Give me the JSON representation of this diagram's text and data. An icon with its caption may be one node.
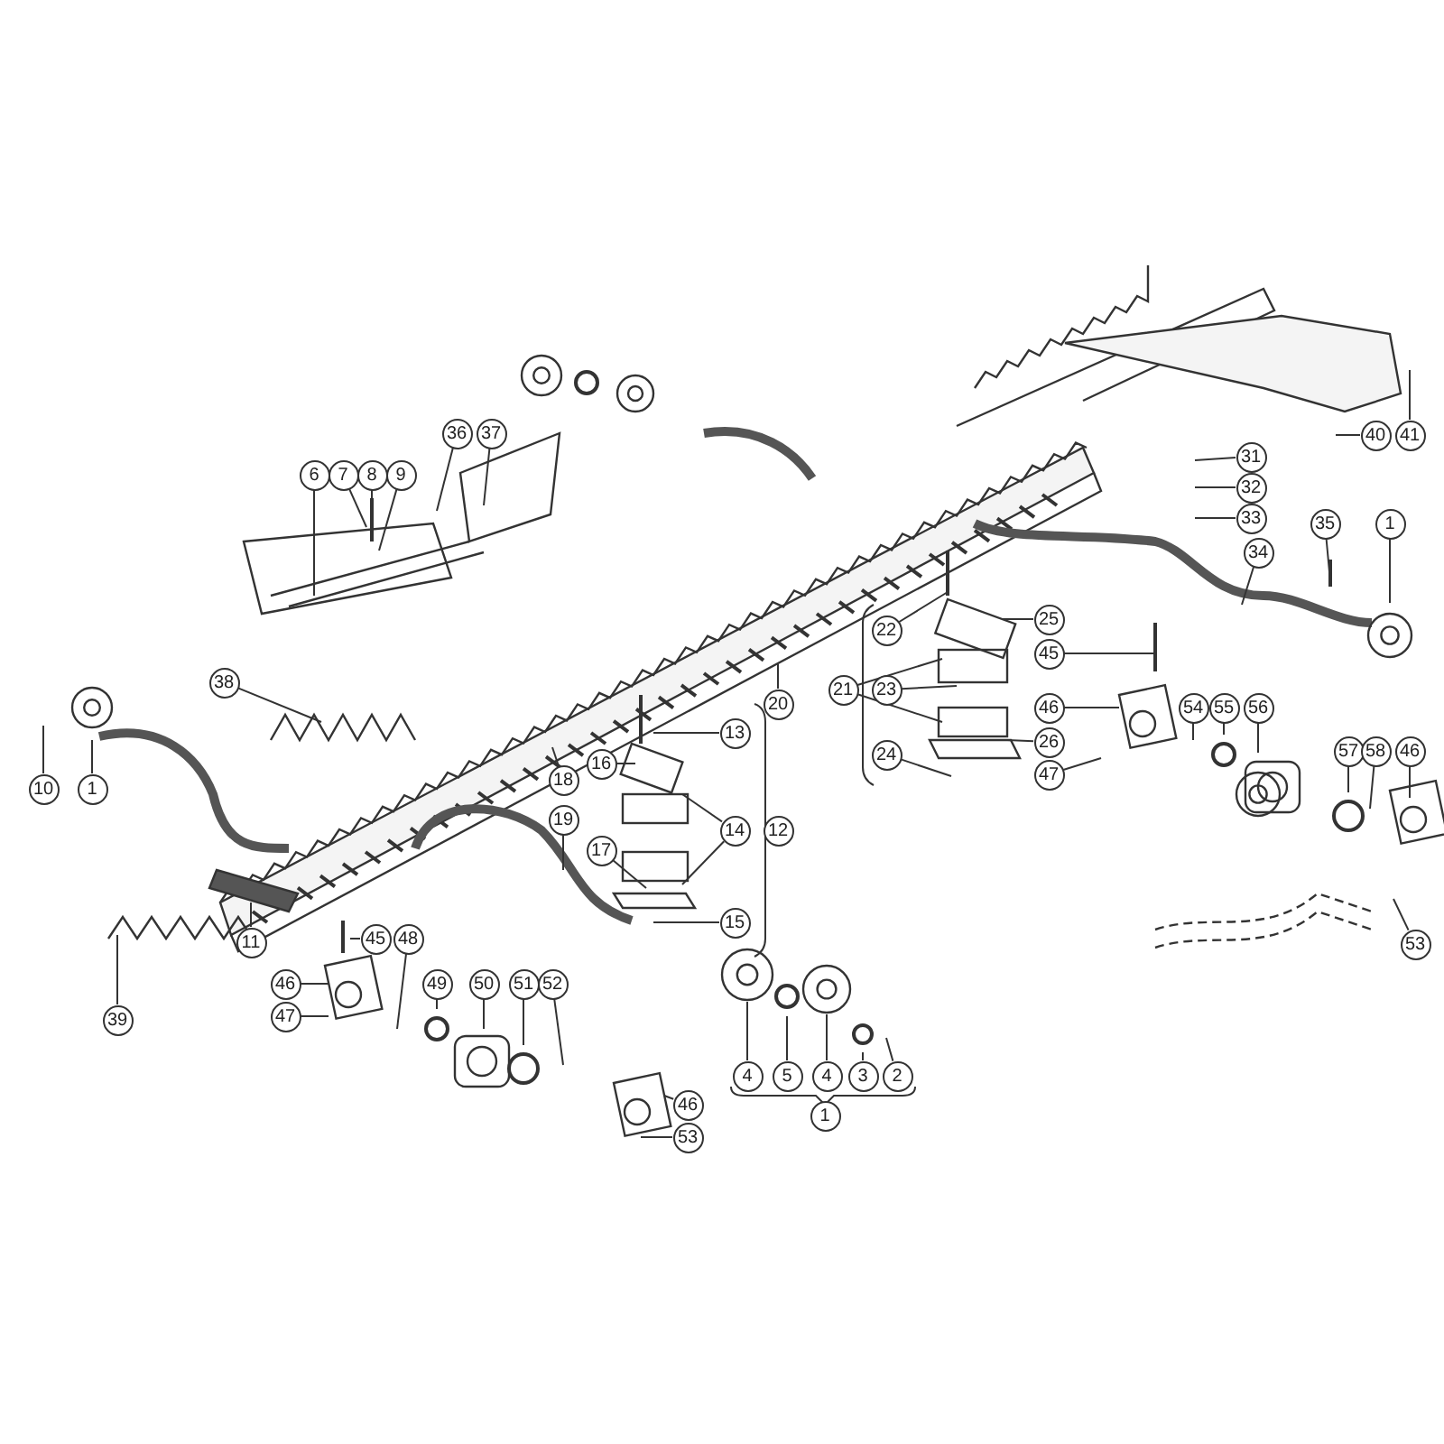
{
  "diagram": {
    "nodes": [
      {
        "text": [
          "36"
        ]
      },
      {
        "text": [
          "37"
        ]
      },
      {
        "text": [
          "6"
        ]
      },
      {
        "text": [
          "7"
        ]
      },
      {
        "text": [
          "8"
        ]
      },
      {
        "text": [
          "9"
        ]
      },
      {
        "text": [
          "40"
        ]
      },
      {
        "text": [
          "41"
        ]
      },
      {
        "text": [
          "31"
        ]
      },
      {
        "text": [
          "32"
        ]
      },
      {
        "text": [
          "33"
        ]
      },
      {
        "text": [
          "35"
        ]
      },
      {
        "text": [
          "1"
        ]
      },
      {
        "text": [
          "34"
        ]
      },
      {
        "text": [
          "22"
        ]
      },
      {
        "text": [
          "25"
        ]
      },
      {
        "text": [
          "45"
        ]
      },
      {
        "text": [
          "38"
        ]
      },
      {
        "text": [
          "21"
        ]
      },
      {
        "text": [
          "23"
        ]
      },
      {
        "text": [
          "20"
        ]
      },
      {
        "text": [
          "46"
        ]
      },
      {
        "text": [
          "54"
        ]
      },
      {
        "text": [
          "55"
        ]
      },
      {
        "text": [
          "56"
        ]
      },
      {
        "text": [
          "13"
        ]
      },
      {
        "text": [
          "26"
        ]
      },
      {
        "text": [
          "24"
        ]
      },
      {
        "text": [
          "47"
        ]
      },
      {
        "text": [
          "57"
        ]
      },
      {
        "text": [
          "58"
        ]
      },
      {
        "text": [
          "46"
        ]
      },
      {
        "text": [
          "16"
        ]
      },
      {
        "text": [
          "18"
        ]
      },
      {
        "text": [
          "10"
        ]
      },
      {
        "text": [
          "1"
        ]
      },
      {
        "text": [
          "19"
        ]
      },
      {
        "text": [
          "14"
        ]
      },
      {
        "text": [
          "12"
        ]
      },
      {
        "text": [
          "17"
        ]
      },
      {
        "text": [
          "15"
        ]
      },
      {
        "text": [
          "11"
        ]
      },
      {
        "text": [
          "45"
        ]
      },
      {
        "text": [
          "53"
        ]
      },
      {
        "text": [
          "48"
        ]
      },
      {
        "text": [
          "46"
        ]
      },
      {
        "text": [
          "49"
        ]
      },
      {
        "text": [
          "50"
        ]
      },
      {
        "text": [
          "51"
        ]
      },
      {
        "text": [
          "52"
        ]
      },
      {
        "text": [
          "47"
        ]
      },
      {
        "text": [
          "39"
        ]
      },
      {
        "text": [
          "4"
        ]
      },
      {
        "text": [
          "5"
        ]
      },
      {
        "text": [
          "4"
        ]
      },
      {
        "text": [
          "3"
        ]
      },
      {
        "text": [
          "2"
        ]
      },
      {
        "text": [
          "46"
        ]
      },
      {
        "text": [
          "1"
        ]
      },
      {
        "text": [
          "53"
        ]
      }
    ],
    "edges": [
      {
        "from": 0,
        "to": null,
        "arrow": "none"
      },
      {
        "from": 1,
        "to": null,
        "arrow": "none"
      },
      {
        "from": 2,
        "to": null,
        "arrow": "none"
      },
      {
        "from": 3,
        "to": null,
        "arrow": "none"
      },
      {
        "from": 4,
        "to": null,
        "arrow": "none"
      },
      {
        "from": 5,
        "to": null,
        "arrow": "none"
      },
      {
        "from": 6,
        "to": null,
        "arrow": "none"
      },
      {
        "from": 7,
        "to": null,
        "arrow": "none"
      },
      {
        "from": 8,
        "to": null,
        "arrow": "none"
      },
      {
        "from": 9,
        "to": null,
        "arrow": "none"
      },
      {
        "from": 10,
        "to": null,
        "arrow": "none"
      },
      {
        "from": 11,
        "to": null,
        "arrow": "none"
      },
      {
        "from": 12,
        "to": null,
        "arrow": "none"
      },
      {
        "from": 13,
        "to": null,
        "arrow": "none"
      },
      {
        "from": 14,
        "to": null,
        "arrow": "none"
      },
      {
        "from": 15,
        "to": null,
        "arrow": "none"
      },
      {
        "from": 16,
        "to": null,
        "arrow": "none"
      },
      {
        "from": 17,
        "to": null,
        "arrow": "none"
      },
      {
        "from": 18,
        "to": null,
        "arrow": "none"
      },
      {
        "from": 18,
        "to": null,
        "arrow": "none"
      },
      {
        "from": 19,
        "to": null,
        "arrow": "none"
      },
      {
        "from": 20,
        "to": null,
        "arrow": "none"
      },
      {
        "from": 21,
        "to": null,
        "arrow": "none"
      },
      {
        "from": 22,
        "to": null,
        "arrow": "none"
      },
      {
        "from": 23,
        "to": null,
        "arrow": "none"
      },
      {
        "from": 24,
        "to": null,
        "arrow": "none"
      },
      {
        "from": 25,
        "to": null,
        "arrow": "none"
      },
      {
        "from": 26,
        "to": null,
        "arrow": "none"
      },
      {
        "from": 27,
        "to": null,
        "arrow": "none"
      },
      {
        "from": 28,
        "to": null,
        "arrow": "none"
      },
      {
        "from": 29,
        "to": null,
        "arrow": "none"
      },
      {
        "from": 30,
        "to": null,
        "arrow": "none"
      },
      {
        "from": 31,
        "to": null,
        "arrow": "none"
      },
      {
        "from": 32,
        "to": null,
        "arrow": "none"
      },
      {
        "from": 33,
        "to": null,
        "arrow": "none"
      },
      {
        "from": 34,
        "to": null,
        "arrow": "none"
      },
      {
        "from": 35,
        "to": null,
        "arrow": "none"
      },
      {
        "from": 36,
        "to": null,
        "arrow": "none"
      },
      {
        "from": 37,
        "to": null,
        "arrow": "none"
      },
      {
        "from": 37,
        "to": null,
        "arrow": "none"
      },
      {
        "from": 39,
        "to": null,
        "arrow": "none"
      },
      {
        "from": 40,
        "to": null,
        "arrow": "none"
      },
      {
        "from": 41,
        "to": null,
        "arrow": "none"
      },
      {
        "from": 42,
        "to": null,
        "arrow": "none"
      },
      {
        "from": 43,
        "to": null,
        "arrow": "none"
      },
      {
        "from": 44,
        "to": null,
        "arrow": "none"
      },
      {
        "from": 45,
        "to": null,
        "arrow": "none"
      },
      {
        "from": 46,
        "to": null,
        "arrow": "none"
      },
      {
        "from": 47,
        "to": null,
        "arrow": "none"
      },
      {
        "from": 48,
        "to": null,
        "arrow": "none"
      },
      {
        "from": 49,
        "to": null,
        "arrow": "none"
      },
      {
        "from": 50,
        "to": null,
        "arrow": "none"
      },
      {
        "from": 51,
        "to": null,
        "arrow": "none"
      },
      {
        "from": 52,
        "to": null,
        "arrow": "none"
      },
      {
        "from": 53,
        "to": null,
        "arrow": "none"
      },
      {
        "from": 54,
        "to": null,
        "arrow": "none"
      },
      {
        "from": 55,
        "to": null,
        "arrow": "none"
      },
      {
        "from": 56,
        "to": null,
        "arrow": "none"
      },
      {
        "from": 57,
        "to": null,
        "arrow": "none"
      },
      {
        "from": 59,
        "to": null,
        "arrow": "none"
      }
    ]
  }
}
